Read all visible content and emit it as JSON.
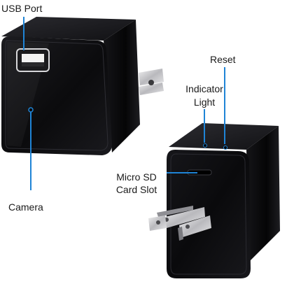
{
  "labels": {
    "usb_port": "USB Port",
    "camera": "Camera",
    "reset": "Reset",
    "indicator_line1": "Indicator",
    "indicator_line2": "Light",
    "sd_line1": "Micro SD",
    "sd_line2": "Card Slot"
  },
  "colors": {
    "body_dark": "#0d0d0e",
    "body_face": "#121214",
    "prong_metal": "#c9c9cc",
    "callout_line": "#1f84d6",
    "label_text": "#1a1a1a"
  },
  "icons": {
    "usb": "usb-port-icon",
    "camera": "camera-lens-icon",
    "sd": "micro-sd-slot-icon"
  }
}
